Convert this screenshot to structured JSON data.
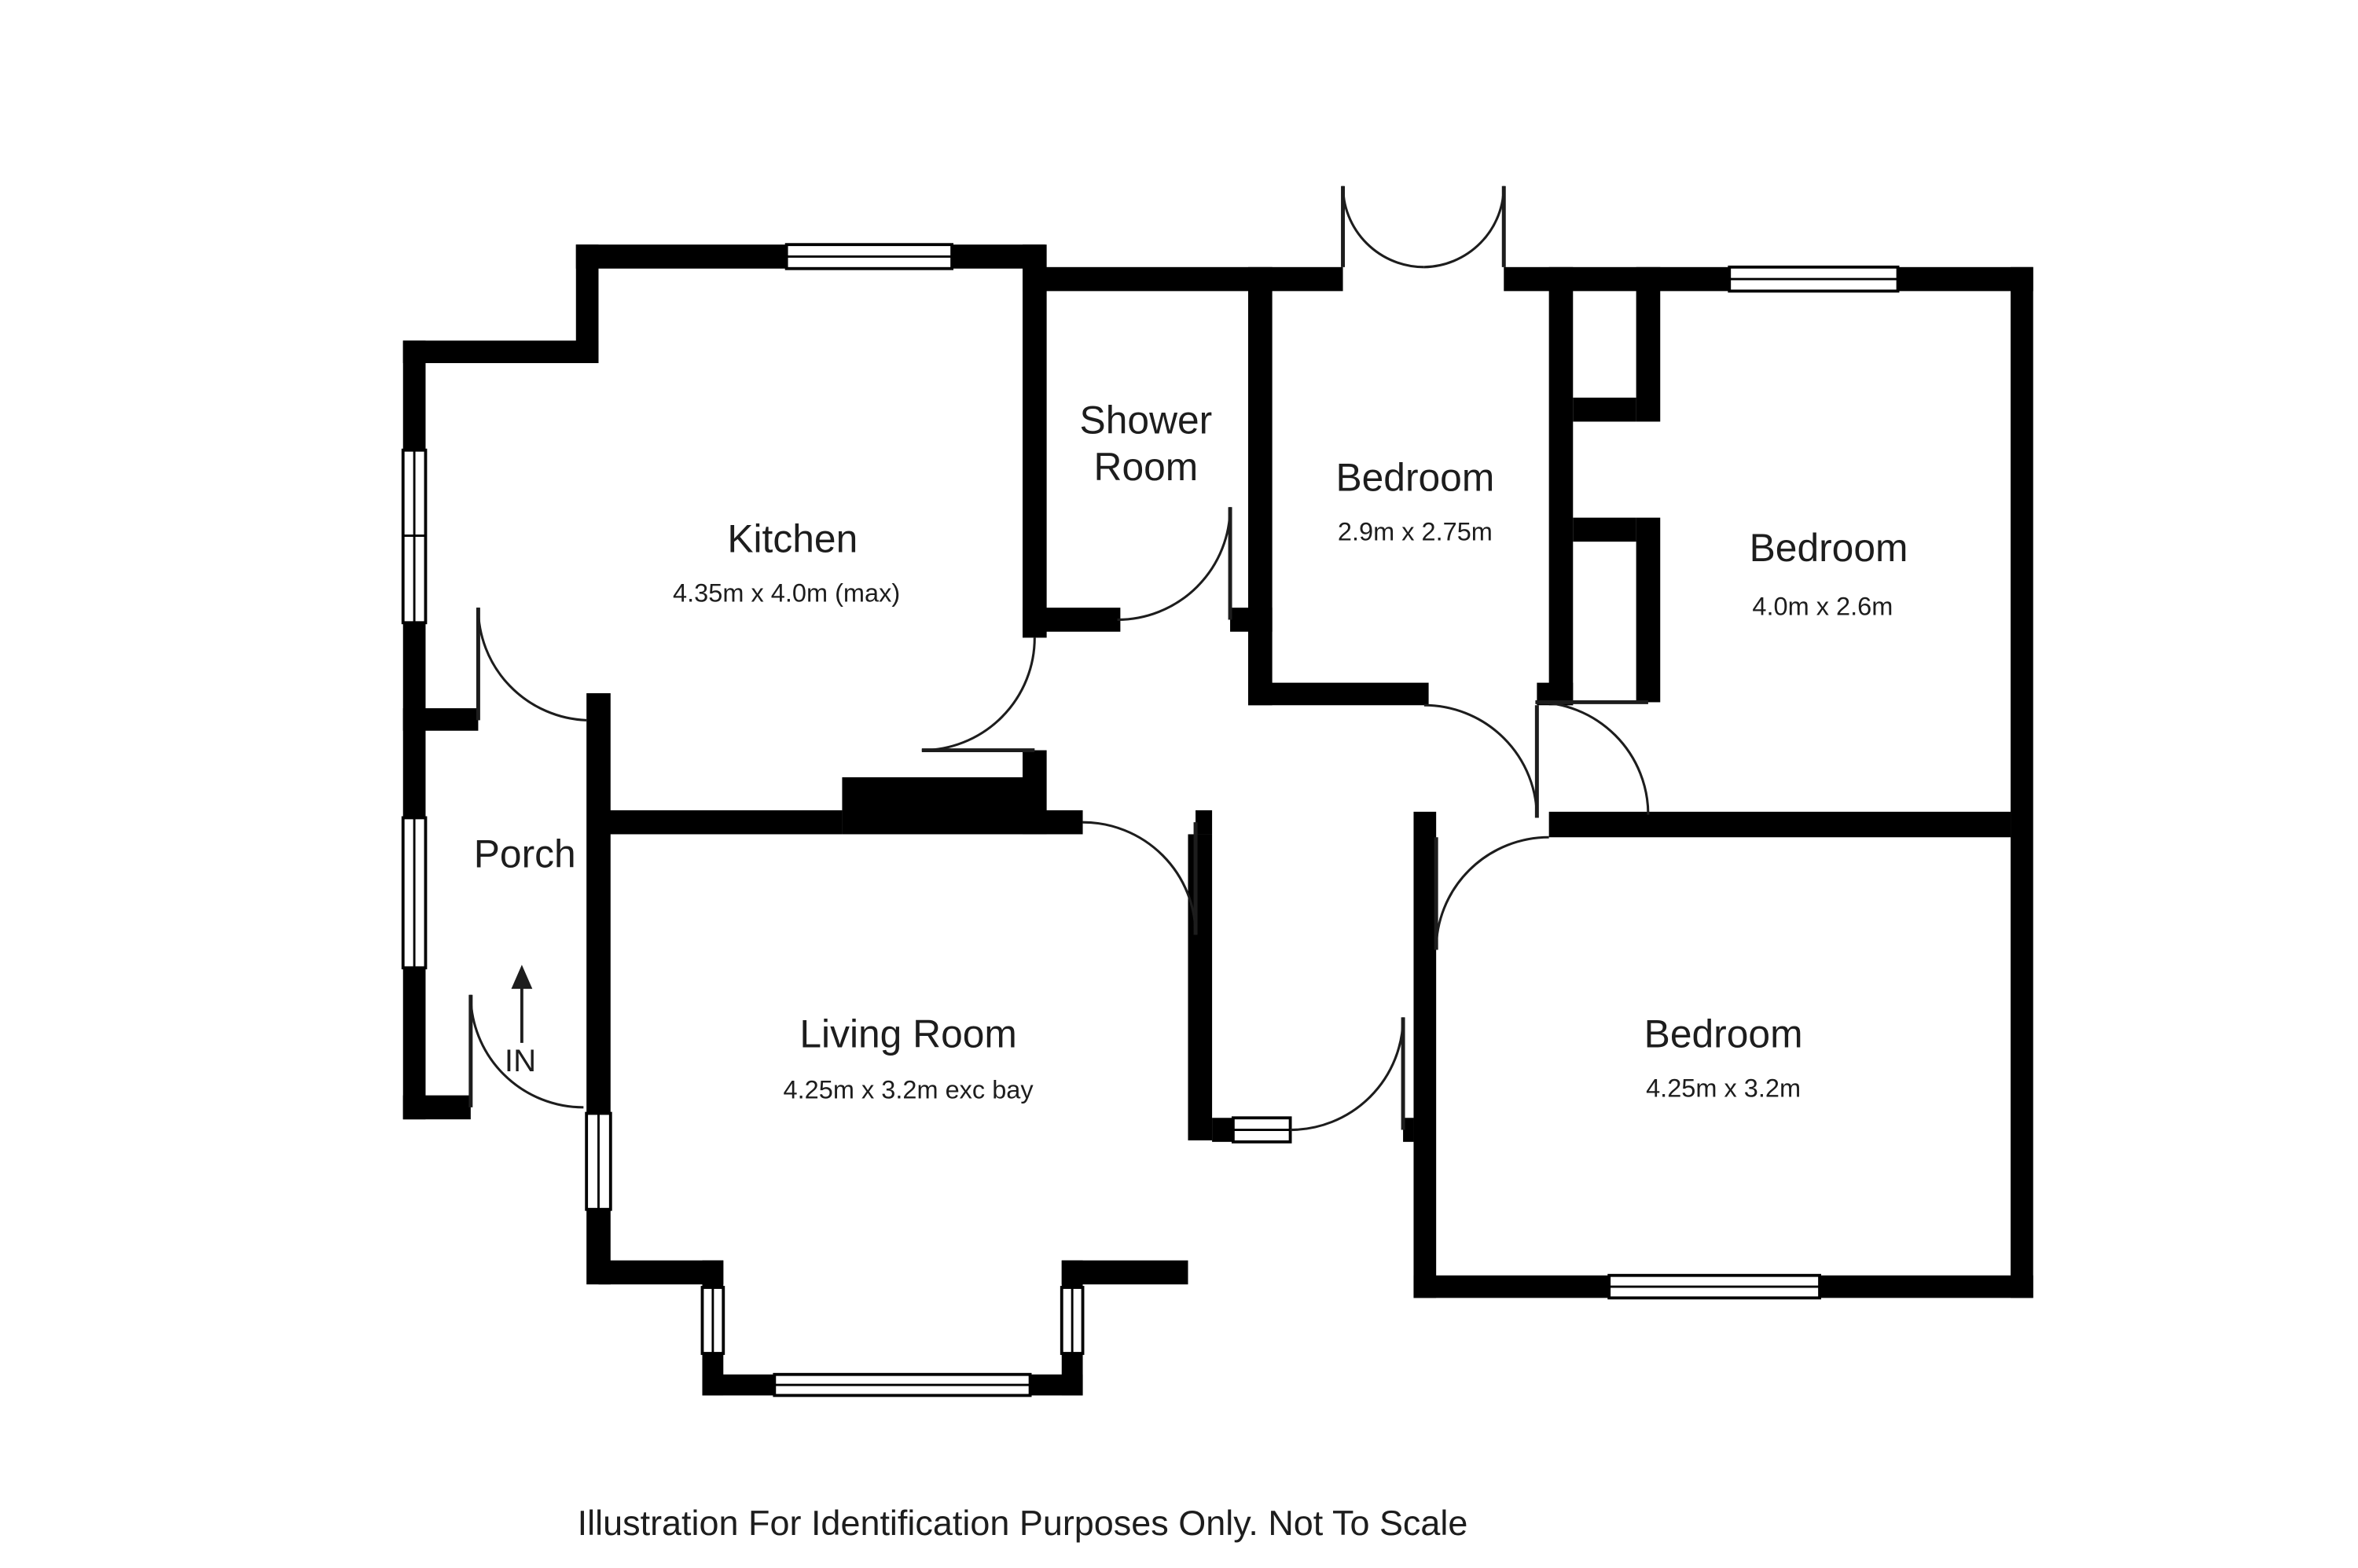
{
  "colors": {
    "wall": "#000000",
    "text": "#1d1d1d",
    "background": "#ffffff"
  },
  "rooms": {
    "kitchen": {
      "name": "Kitchen",
      "dims": "4.35m x 4.0m (max)"
    },
    "shower_room": {
      "line1": "Shower",
      "line2": "Room"
    },
    "bedroom_middle": {
      "name": "Bedroom",
      "dims": "2.9m x 2.75m"
    },
    "bedroom_top_right": {
      "name": "Bedroom",
      "dims": "4.0m x 2.6m"
    },
    "bedroom_bottom_right": {
      "name": "Bedroom",
      "dims": "4.25m x 3.2m"
    },
    "living_room": {
      "name": "Living Room",
      "dims": "4.25m x 3.2m exc bay"
    },
    "porch": {
      "name": "Porch"
    }
  },
  "entrance": {
    "label": "IN"
  },
  "footer": {
    "text": "Illustration For Identification Purposes Only. Not To Scale"
  }
}
